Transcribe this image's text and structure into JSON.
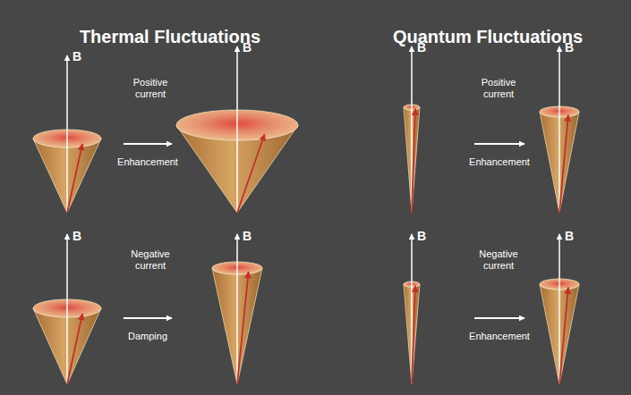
{
  "diagram": {
    "labels": [
      "Thermal Fluctuations",
      "Quantum Fluctuations",
      "B",
      "Positive current",
      "B",
      "Enhancement",
      "B",
      "Positive current",
      "B",
      "Enhancement",
      "B",
      "Negative current",
      "B",
      "Damping",
      "B",
      "Negative current",
      "B",
      "Enhancement"
    ]
  }
}
